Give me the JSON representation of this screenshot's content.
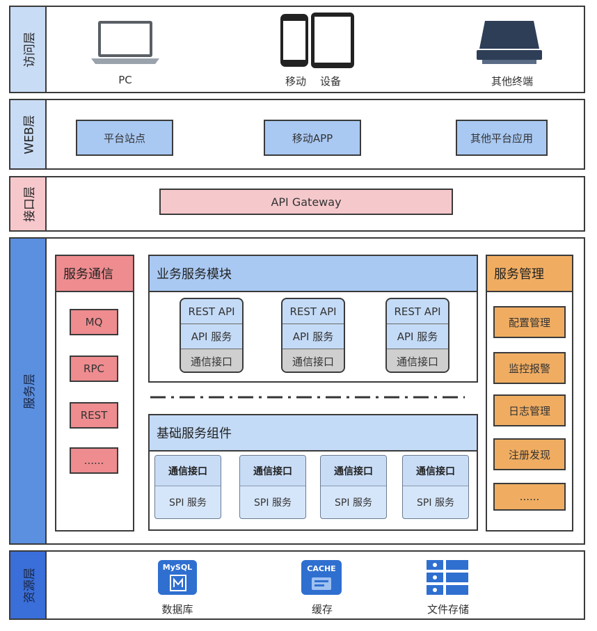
{
  "layers": {
    "access": "访问层",
    "web": "WEB层",
    "interface": "接口层",
    "service": "服务层",
    "resource": "资源层"
  },
  "access": {
    "pc": "PC",
    "mobile_left": "移动",
    "mobile_right": "设备",
    "other": "其他终端"
  },
  "web": {
    "platform": "平台站点",
    "mobile_app": "移动APP",
    "other_app": "其他平台应用"
  },
  "interface": {
    "gateway": "API Gateway"
  },
  "service": {
    "comm": {
      "title": "服务通信",
      "items": [
        "MQ",
        "RPC",
        "REST",
        "......"
      ]
    },
    "business": {
      "title": "业务服务模块",
      "modules": [
        {
          "rest": "REST API",
          "api": "API 服务",
          "comm": "通信接口"
        },
        {
          "rest": "REST API",
          "api": "API 服务",
          "comm": "通信接口"
        },
        {
          "rest": "REST API",
          "api": "API 服务",
          "comm": "通信接口"
        }
      ]
    },
    "base": {
      "title": "基础服务组件",
      "components": [
        {
          "top": "通信接口",
          "bottom": "SPI 服务"
        },
        {
          "top": "通信接口",
          "bottom": "SPI 服务"
        },
        {
          "top": "通信接口",
          "bottom": "SPI 服务"
        },
        {
          "top": "通信接口",
          "bottom": "SPI 服务"
        }
      ]
    },
    "mgmt": {
      "title": "服务管理",
      "items": [
        "配置管理",
        "监控报警",
        "日志管理",
        "注册发现",
        "......"
      ]
    }
  },
  "resource": {
    "db": "数据库",
    "cache": "缓存",
    "files": "文件存储",
    "mysql_logo": "MySQL",
    "cache_logo": "CACHE"
  },
  "colors": {
    "blue_box": "#a9c9f3",
    "pink_box": "#f5c9cc",
    "red_chip": "#ee8c8f",
    "orange_chip": "#f0ad62",
    "resource_label": "#3a6ed8",
    "icon_blue": "#2f6fd0"
  }
}
